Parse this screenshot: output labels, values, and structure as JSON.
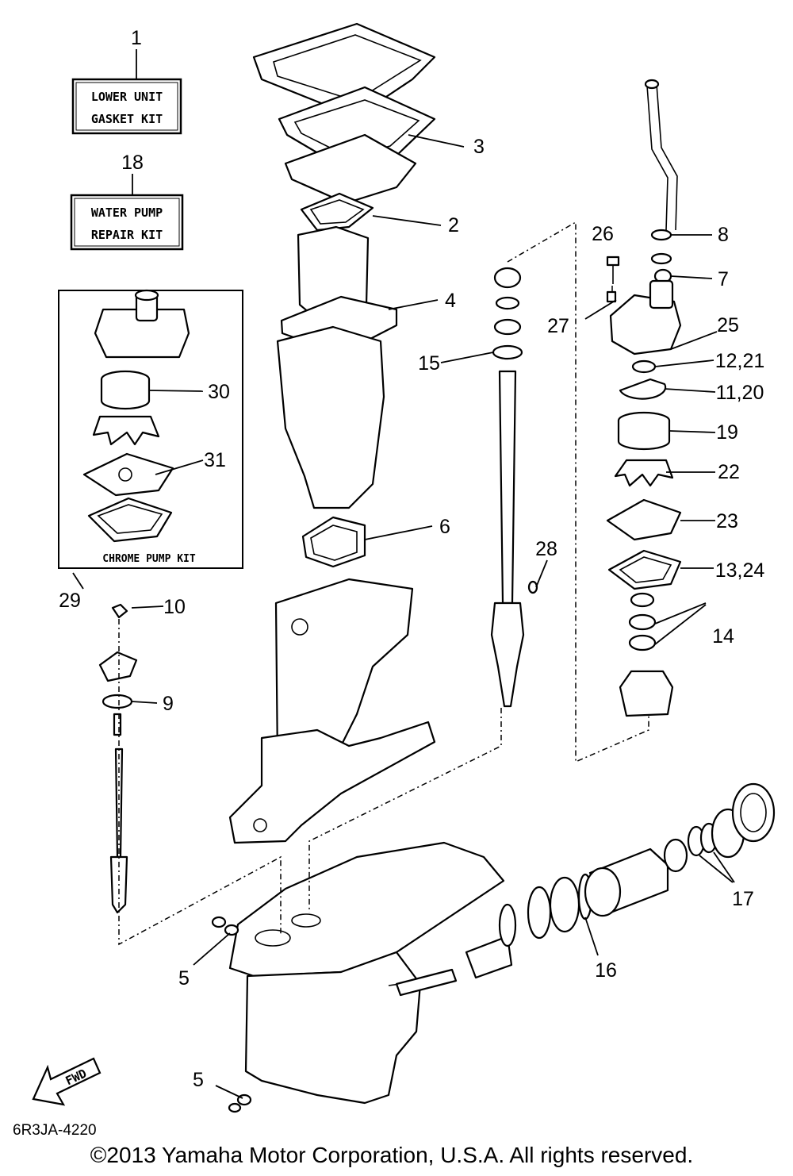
{
  "kits": {
    "gasket_kit": {
      "number": "1",
      "line1": "LOWER UNIT",
      "line2": "GASKET KIT"
    },
    "water_pump_kit": {
      "number": "18",
      "line1": "WATER PUMP",
      "line2": "REPAIR KIT"
    },
    "chrome_pump_kit": {
      "number": "29",
      "label": "CHROME PUMP KIT"
    }
  },
  "callouts": {
    "c2": "2",
    "c3": "3",
    "c4": "4",
    "c5a": "5",
    "c5b": "5",
    "c6": "6",
    "c7": "7",
    "c8": "8",
    "c9": "9",
    "c10": "10",
    "c11_20": "11,20",
    "c12_21": "12,21",
    "c13_24": "13,24",
    "c14": "14",
    "c15": "15",
    "c16": "16",
    "c17": "17",
    "c19": "19",
    "c22": "22",
    "c23": "23",
    "c25": "25",
    "c26": "26",
    "c27": "27",
    "c28": "28",
    "c30": "30",
    "c31": "31"
  },
  "fwd_label": "FWD",
  "diagram_code": "6R3JA-4220",
  "copyright": "©2013 Yamaha Motor Corporation, U.S.A. All rights reserved."
}
